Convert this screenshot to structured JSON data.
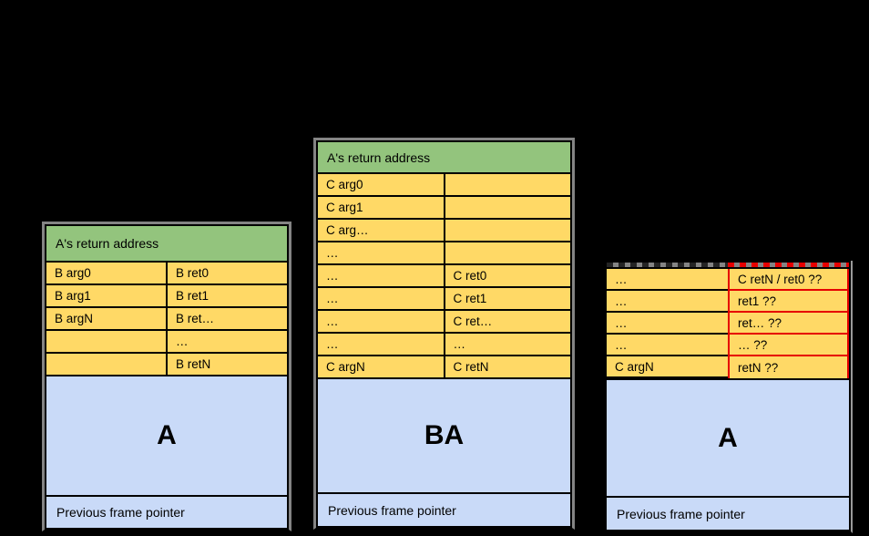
{
  "colors": {
    "background": "#000000",
    "header_green": "#93c47d",
    "cell_yellow": "#ffd966",
    "region_blue": "#c9daf8",
    "table_outline_gray": "#848484",
    "clobbered_red": "#e60000",
    "border_black": "#000000"
  },
  "tables": [
    {
      "id": "left",
      "header": "A's return address",
      "rows": [
        [
          "B arg0",
          "B ret0"
        ],
        [
          "B arg1",
          "B ret1"
        ],
        [
          "B argN",
          "B ret…"
        ],
        [
          "",
          "…"
        ],
        [
          "",
          "B retN"
        ]
      ],
      "region": "A",
      "footer": "Previous frame pointer"
    },
    {
      "id": "middle",
      "header": "A's return address",
      "rows": [
        [
          "C arg0",
          ""
        ],
        [
          "C arg1",
          ""
        ],
        [
          "C arg…",
          ""
        ],
        [
          "…",
          ""
        ],
        [
          "…",
          "C ret0"
        ],
        [
          "…",
          "C ret1"
        ],
        [
          "…",
          "C ret…"
        ],
        [
          "…",
          "…"
        ],
        [
          "C argN",
          "C retN"
        ]
      ],
      "region": "BA",
      "footer": "Previous frame pointer"
    },
    {
      "id": "right",
      "rows": [
        [
          "…",
          "C retN / ret0 ??"
        ],
        [
          "…",
          "ret1 ??"
        ],
        [
          "…",
          "ret… ??"
        ],
        [
          "…",
          "… ??"
        ],
        [
          "C argN",
          "retN ??"
        ]
      ],
      "region": "A",
      "footer": "Previous frame pointer"
    }
  ]
}
